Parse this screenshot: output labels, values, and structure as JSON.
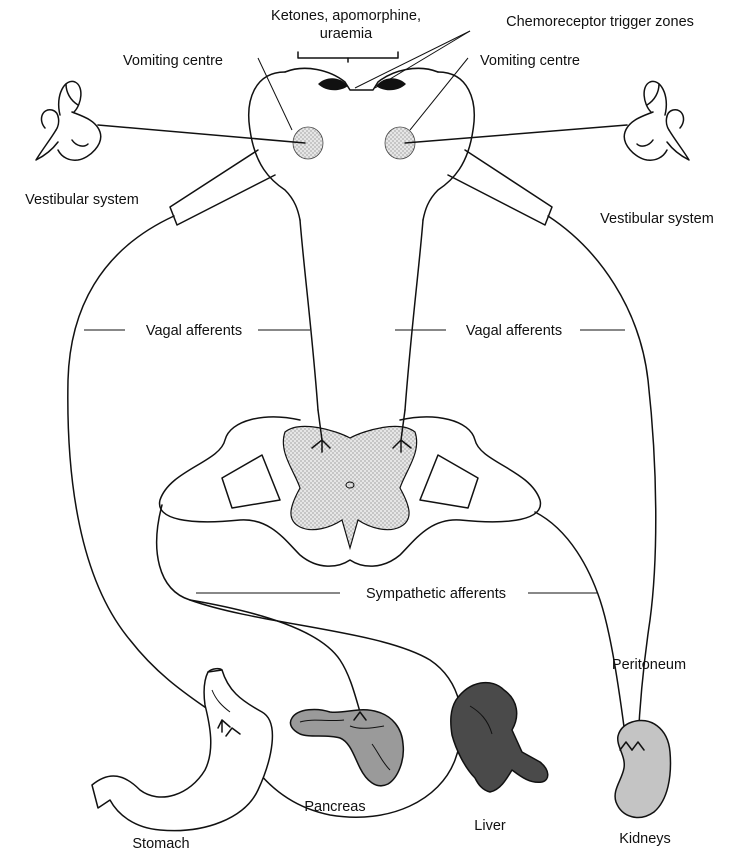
{
  "diagram": {
    "labels": {
      "ketones_line1": "Ketones, apomorphine,",
      "ketones_line2": "uraemia",
      "ctz": "Chemoreceptor trigger zones",
      "vomiting_left": "Vomiting centre",
      "vomiting_right": "Vomiting centre",
      "vestibular_left": "Vestibular system",
      "vestibular_right": "Vestibular system",
      "vagal_left": "Vagal afferents",
      "vagal_right": "Vagal afferents",
      "sympathetic": "Sympathetic afferents",
      "peritoneum": "Peritoneum",
      "stomach": "Stomach",
      "pancreas": "Pancreas",
      "liver": "Liver",
      "kidneys": "Kidneys"
    },
    "colors": {
      "ink": "#111111",
      "stipple": "#d2d2d2",
      "liver_fill": "#4a4a4a",
      "pancreas_fill": "#9a9a9a",
      "kidney_fill": "#c4c4c4",
      "ctz_fill": "#111111"
    }
  }
}
